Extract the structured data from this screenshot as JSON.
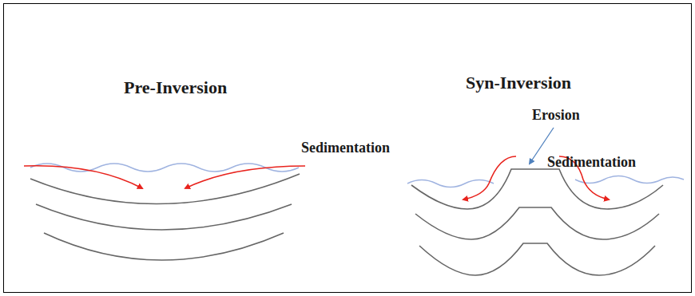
{
  "diagram": {
    "labels": [
      "Pre-Inversion",
      "Syn-Inversion",
      "Sedimentation",
      "Erosion",
      "Sedimentation"
    ]
  }
}
